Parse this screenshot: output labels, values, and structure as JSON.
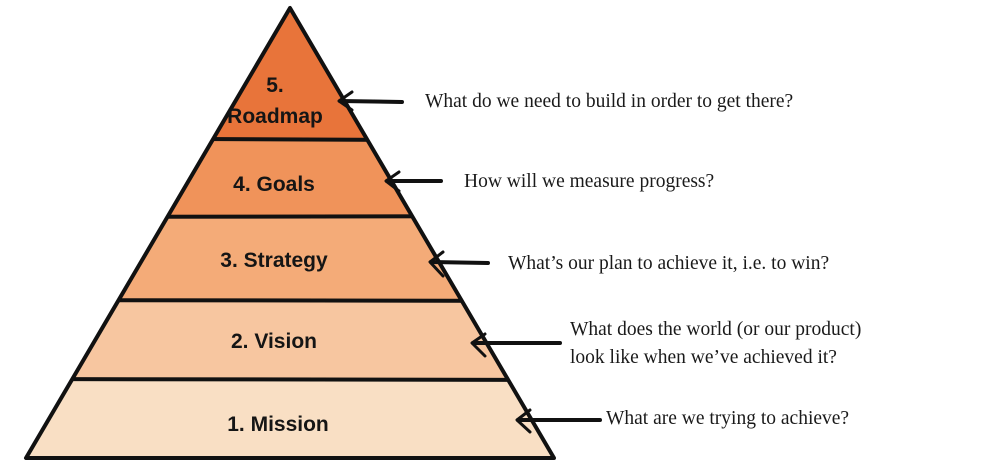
{
  "levels": [
    {
      "number": "5.",
      "name": "Roadmap",
      "label": "5. Roadmap",
      "color": "#e8743a",
      "question": "What do we need to build in order to get there?"
    },
    {
      "label": "4. Goals",
      "color": "#f0935a",
      "question": "How will we measure progress?"
    },
    {
      "label": "3. Strategy",
      "color": "#f4ab78",
      "question": "What’s our plan to achieve it, i.e. to win?"
    },
    {
      "label": "2. Vision",
      "color": "#f7c6a0",
      "question_lines": [
        "What does the world (or our product)",
        "look like when we’ve achieved it?"
      ]
    },
    {
      "label": "1. Mission",
      "color": "#f9dfc4",
      "question": "What are we trying to achieve?"
    }
  ],
  "outline_color": "#111111"
}
